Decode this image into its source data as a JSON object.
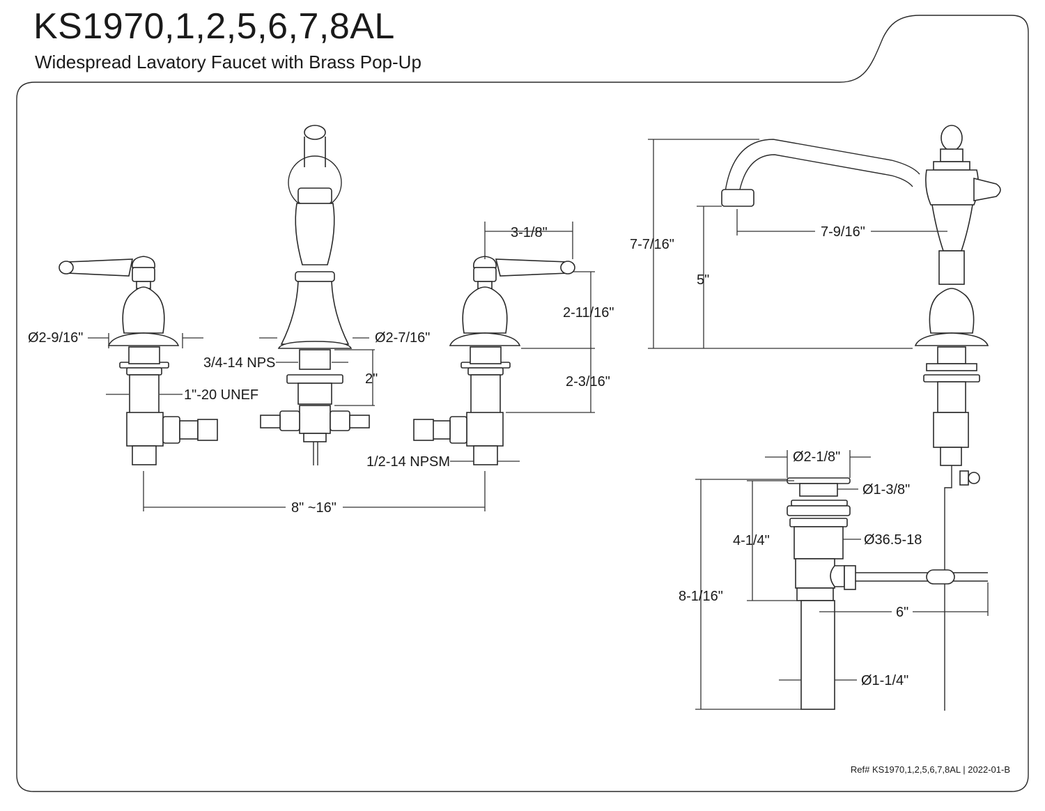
{
  "header": {
    "title": "KS1970,1,2,5,6,7,8AL",
    "subtitle": "Widespread Lavatory Faucet with Brass Pop-Up"
  },
  "dimensions": {
    "handle_flange_dia": "Ø2-9/16\"",
    "spout_flange_dia": "Ø2-7/16\"",
    "spout_thread": "3/4-14 NPS",
    "shank_thread": "1\"-20 UNEF",
    "spout_shank_len": "2\"",
    "handle_reach": "3-1/8\"",
    "handle_height": "2-11/16\"",
    "shank_len": "2-3/16\"",
    "supply_thread": "1/2-14 NPSM",
    "spread": "8\" ~16\"",
    "overall_height": "7-7/16\"",
    "spout_reach": "7-9/16\"",
    "spout_height": "5\"",
    "drain_flange_dia": "Ø2-1/8\"",
    "drain_stopper_dia": "Ø1-3/8\"",
    "drain_thread": "Ø36.5-18",
    "drain_body_len": "4-1/4\"",
    "drain_overall_len": "8-1/16\"",
    "lift_rod_len": "6\"",
    "tailpiece_dia": "Ø1-1/4\""
  },
  "footer": {
    "ref": "Ref# KS1970,1,2,5,6,7,8AL | 2022-01-B"
  }
}
